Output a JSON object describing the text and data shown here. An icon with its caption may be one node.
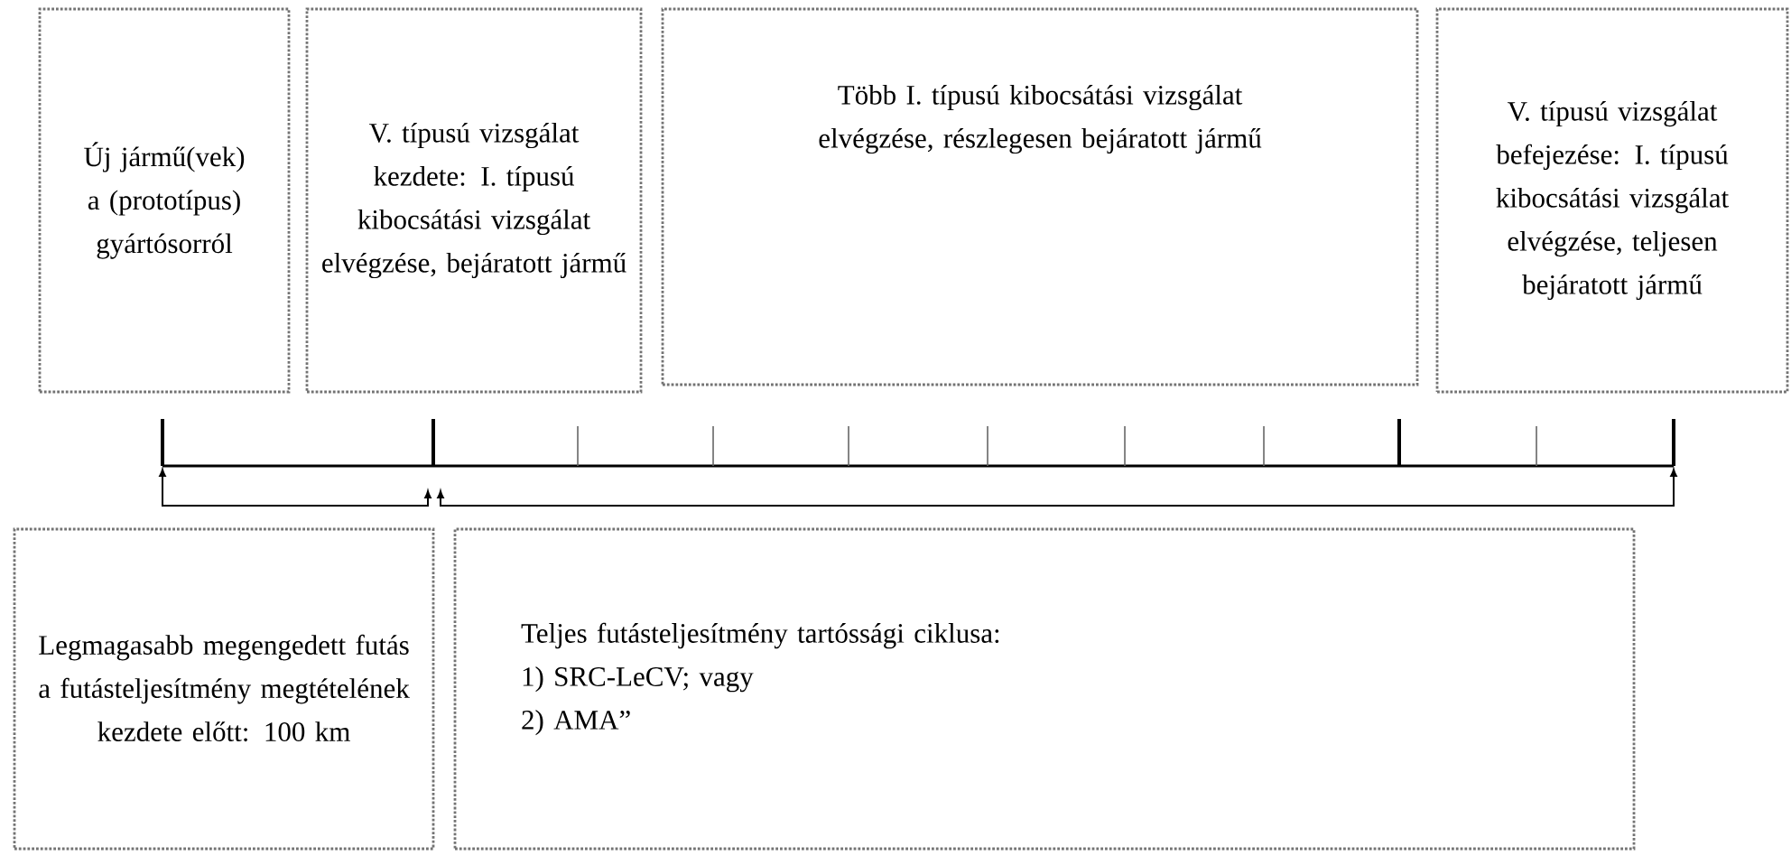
{
  "diagram": {
    "nodes": [
      {
        "text": [
          "Új jármű(vek) a (prototípus) gyártósorról"
        ]
      },
      {
        "text": [
          "V. típusú vizsgálat kezdete: I. típusú kibocsátási vizsgálat elvégzése, bejáratott jármű"
        ]
      },
      {
        "text": [
          "Több I. típusú kibocsátási vizsgálat elvégzése, részlegesen bejáratott jármű"
        ]
      },
      {
        "text": [
          "V. típusú vizsgálat befejezése: I. típusú kibocsátási vizsgálat elvégzése, teljesen bejáratott jármű"
        ]
      },
      {
        "text": [
          "Legmagasabb megengedett futás a futásteljesítmény megtételének kezdete előtt: 100 km"
        ]
      },
      {
        "text": [
          "Teljes futásteljesítmény tartóssági ciklusa:",
          "1) SRC-LeCV; vagy",
          "2) AMA”"
        ]
      }
    ]
  }
}
